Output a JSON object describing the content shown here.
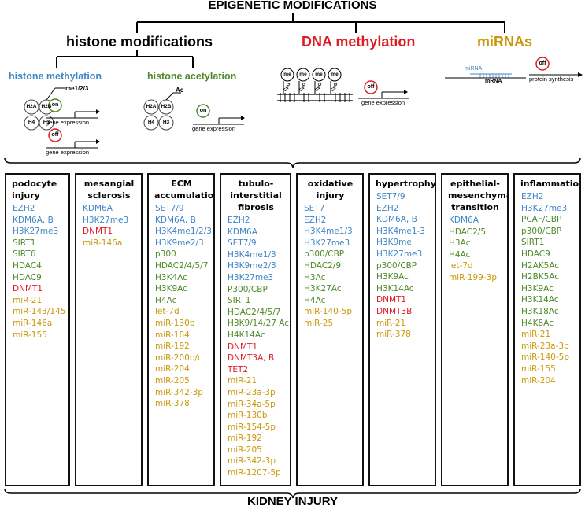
{
  "top_title": "EPIGENETIC MODIFICATIONS",
  "bottom_title": "KIDNEY INJURY",
  "categories": {
    "histone": "histone modifications",
    "dna": "DNA methylation",
    "mirna": "miRNAs"
  },
  "histone_methylation": {
    "title": "histone methylation",
    "mark": "me1/2/3",
    "histones": [
      "H2A",
      "H2B",
      "H4",
      "H3"
    ],
    "on_label": "on",
    "off_label": "off",
    "gene_expression": "gene expression"
  },
  "histone_acetylation": {
    "title": "histone acetylation",
    "mark": "Ac",
    "histones": [
      "H2A",
      "H2B",
      "H4",
      "H3"
    ],
    "on_label": "on",
    "gene_expression": "gene expression"
  },
  "dna_methylation": {
    "me_labels": [
      "me",
      "me",
      "me",
      "me"
    ],
    "cpg_labels": [
      "CpG",
      "CpG",
      "CpG",
      "CpG"
    ],
    "off_label": "off",
    "gene_expression": "gene expression"
  },
  "mirnas": {
    "mirna_label": "miRNA",
    "mrna_label": "mRNA",
    "off_label": "off",
    "protein_synthesis": "protein synthesis"
  },
  "colors": {
    "histone_methylation": "#3f86c6",
    "histone_acetylation": "#4e8a2a",
    "dna_methylation": "#e01b24",
    "mirna": "#c9980a"
  },
  "columns": [
    {
      "name": "podocyte-injury",
      "title_lines": [
        "podocyte",
        "injury"
      ],
      "items": [
        {
          "text": "EZH2",
          "type": "blue"
        },
        {
          "text": "KDM6A, B",
          "type": "blue"
        },
        {
          "text": "H3K27me3",
          "type": "blue"
        },
        {
          "text": "SIRT1",
          "type": "green"
        },
        {
          "text": "SIRT6",
          "type": "green"
        },
        {
          "text": "HDAC4",
          "type": "green"
        },
        {
          "text": "HDAC9",
          "type": "green"
        },
        {
          "text": "DNMT1",
          "type": "red"
        },
        {
          "text": "miR-21",
          "type": "gold"
        },
        {
          "text": "miR-143/145",
          "type": "gold"
        },
        {
          "text": "miR-146a",
          "type": "gold"
        },
        {
          "text": "miR-155",
          "type": "gold"
        }
      ]
    },
    {
      "name": "mesangial-sclerosis",
      "title_lines": [
        "mesangial",
        "sclerosis"
      ],
      "items": [
        {
          "text": "KDM6A",
          "type": "blue"
        },
        {
          "text": "H3K27me3",
          "type": "blue"
        },
        {
          "text": "DNMT1",
          "type": "red"
        },
        {
          "text": "miR-146a",
          "type": "gold"
        }
      ]
    },
    {
      "name": "ecm-accumulation",
      "title_lines": [
        "ECM",
        "accumulation"
      ],
      "items": [
        {
          "text": "SET7/9",
          "type": "blue"
        },
        {
          "text": "KDM6A, B",
          "type": "blue"
        },
        {
          "text": "H3K4me1/2/3",
          "type": "blue"
        },
        {
          "text": "H3K9me2/3",
          "type": "blue"
        },
        {
          "text": "p300",
          "type": "green"
        },
        {
          "text": "HDAC2/4/5/7",
          "type": "green"
        },
        {
          "text": "H3K4Ac",
          "type": "green"
        },
        {
          "text": "H3K9Ac",
          "type": "green"
        },
        {
          "text": "H4Ac",
          "type": "green"
        },
        {
          "text": "let-7d",
          "type": "gold"
        },
        {
          "text": "miR-130b",
          "type": "gold"
        },
        {
          "text": "miR-184",
          "type": "gold"
        },
        {
          "text": "miR-192",
          "type": "gold"
        },
        {
          "text": "miR-200b/c",
          "type": "gold"
        },
        {
          "text": "miR-204",
          "type": "gold"
        },
        {
          "text": "miR-205",
          "type": "gold"
        },
        {
          "text": "miR-342-3p",
          "type": "gold"
        },
        {
          "text": "miR-378",
          "type": "gold"
        }
      ]
    },
    {
      "name": "tubulo-interstitial-fibrosis",
      "title_lines": [
        "tubulo-",
        "interstitial",
        "fibrosis"
      ],
      "items": [
        {
          "text": "EZH2",
          "type": "blue"
        },
        {
          "text": "KDM6A",
          "type": "blue"
        },
        {
          "text": "SET7/9",
          "type": "blue"
        },
        {
          "text": "H3K4me1/3",
          "type": "blue"
        },
        {
          "text": "H3K9me2/3",
          "type": "blue"
        },
        {
          "text": "H3K27me3",
          "type": "blue"
        },
        {
          "text": "P300/CBP",
          "type": "green"
        },
        {
          "text": "SIRT1",
          "type": "green"
        },
        {
          "text": "HDAC2/4/5/7",
          "type": "green"
        },
        {
          "text": "H3K9/14/27 Ac",
          "type": "green"
        },
        {
          "text": "H4K14Ac",
          "type": "green"
        },
        {
          "text": "DNMT1",
          "type": "red"
        },
        {
          "text": "DNMT3A, B",
          "type": "red"
        },
        {
          "text": "TET2",
          "type": "red"
        },
        {
          "text": "miR-21",
          "type": "gold"
        },
        {
          "text": "miR-23a-3p",
          "type": "gold"
        },
        {
          "text": "miR-34a-5p",
          "type": "gold"
        },
        {
          "text": "miR-130b",
          "type": "gold"
        },
        {
          "text": "miR-154-5p",
          "type": "gold"
        },
        {
          "text": "miR-192",
          "type": "gold"
        },
        {
          "text": "miR-205",
          "type": "gold"
        },
        {
          "text": "miR-342-3p",
          "type": "gold"
        },
        {
          "text": "miR-1207-5p",
          "type": "gold"
        }
      ]
    },
    {
      "name": "oxidative-injury",
      "title_lines": [
        "oxidative",
        "injury"
      ],
      "items": [
        {
          "text": "SET7",
          "type": "blue"
        },
        {
          "text": "EZH2",
          "type": "blue"
        },
        {
          "text": "H3K4me1/3",
          "type": "blue"
        },
        {
          "text": "H3K27me3",
          "type": "blue"
        },
        {
          "text": "p300/CBP",
          "type": "green"
        },
        {
          "text": "HDAC2/9",
          "type": "green"
        },
        {
          "text": "H3Ac",
          "type": "green"
        },
        {
          "text": "H3K27Ac",
          "type": "green"
        },
        {
          "text": "H4Ac",
          "type": "green"
        },
        {
          "text": "miR-140-5p",
          "type": "gold"
        },
        {
          "text": "miR-25",
          "type": "gold"
        }
      ]
    },
    {
      "name": "hypertrophy",
      "title_lines": [
        "hypertrophy"
      ],
      "items": [
        {
          "text": "SET7/9",
          "type": "blue"
        },
        {
          "text": "EZH2",
          "type": "blue"
        },
        {
          "text": "KDM6A, B",
          "type": "blue"
        },
        {
          "text": "H3K4me1-3",
          "type": "blue"
        },
        {
          "text": "H3K9me",
          "type": "blue"
        },
        {
          "text": "H3K27me3",
          "type": "blue"
        },
        {
          "text": "p300/CBP",
          "type": "green"
        },
        {
          "text": "H3K9Ac",
          "type": "green"
        },
        {
          "text": "H3K14Ac",
          "type": "green"
        },
        {
          "text": "DNMT1",
          "type": "red"
        },
        {
          "text": "DNMT3B",
          "type": "red"
        },
        {
          "text": "miR-21",
          "type": "gold"
        },
        {
          "text": "miR-378",
          "type": "gold"
        }
      ]
    },
    {
      "name": "epithelial-mesenchymal-transition",
      "title_lines": [
        "epithelial-",
        "mesenchymal",
        "transition"
      ],
      "items": [
        {
          "text": "KDM6A",
          "type": "blue"
        },
        {
          "text": "HDAC2/5",
          "type": "green"
        },
        {
          "text": "H3Ac",
          "type": "green"
        },
        {
          "text": "H4Ac",
          "type": "green"
        },
        {
          "text": "let-7d",
          "type": "gold"
        },
        {
          "text": "miR-199-3p",
          "type": "gold"
        }
      ]
    },
    {
      "name": "inflammation",
      "title_lines": [
        "inflammation"
      ],
      "items": [
        {
          "text": "EZH2",
          "type": "blue"
        },
        {
          "text": "H3K27me3",
          "type": "blue"
        },
        {
          "text": "PCAF/CBP",
          "type": "green"
        },
        {
          "text": "p300/CBP",
          "type": "green"
        },
        {
          "text": "SIRT1",
          "type": "green"
        },
        {
          "text": "HDAC9",
          "type": "green"
        },
        {
          "text": "H2AK5Ac",
          "type": "green"
        },
        {
          "text": "H2BK5Ac",
          "type": "green"
        },
        {
          "text": "H3K9Ac",
          "type": "green"
        },
        {
          "text": "H3K14Ac",
          "type": "green"
        },
        {
          "text": "H3K18Ac",
          "type": "green"
        },
        {
          "text": "H4K8Ac",
          "type": "green"
        },
        {
          "text": "miR-21",
          "type": "gold"
        },
        {
          "text": "miR-23a-3p",
          "type": "gold"
        },
        {
          "text": "miR-140-5p",
          "type": "gold"
        },
        {
          "text": "miR-155",
          "type": "gold"
        },
        {
          "text": "miR-204",
          "type": "gold"
        }
      ]
    }
  ]
}
